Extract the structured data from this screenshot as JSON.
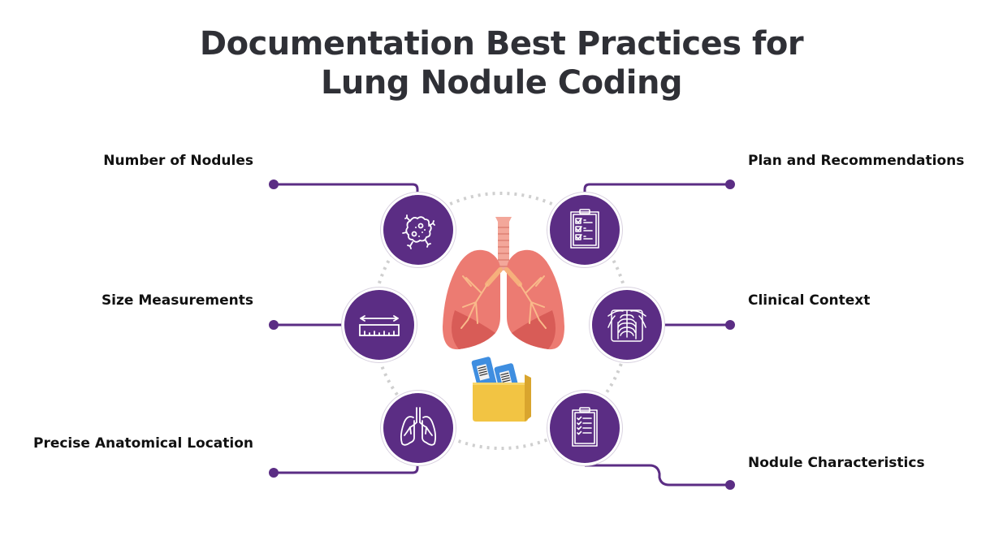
{
  "title": {
    "line1": "Documentation Best Practices for",
    "line2": "Lung Nodule Coding"
  },
  "colors": {
    "accent_purple": "#5b2d84",
    "title_text": "#2f3036",
    "label_text": "#111111",
    "dotted_ring": "#cfcfcf",
    "lung_pink": "#e8776f",
    "folder_yellow": "#f2c443",
    "document_blue": "#3f8ee0"
  },
  "items": [
    {
      "label": "Number of Nodules",
      "icon": "nodule-cell-icon",
      "side": "left",
      "position": "top"
    },
    {
      "label": "Size Measurements",
      "icon": "ruler-measure-icon",
      "side": "left",
      "position": "middle"
    },
    {
      "label": "Precise Anatomical Location",
      "icon": "lungs-outline-icon",
      "side": "left",
      "position": "bottom"
    },
    {
      "label": "Plan and Recommendations",
      "icon": "checklist-clipboard-icon",
      "side": "right",
      "position": "top"
    },
    {
      "label": "Clinical Context",
      "icon": "chest-xray-icon",
      "side": "right",
      "position": "middle"
    },
    {
      "label": "Nodule Characteristics",
      "icon": "clipboard-list-icon",
      "side": "right",
      "position": "bottom"
    }
  ],
  "center": {
    "illustration": "lungs-illustration",
    "secondary": "medical-records-folder"
  }
}
